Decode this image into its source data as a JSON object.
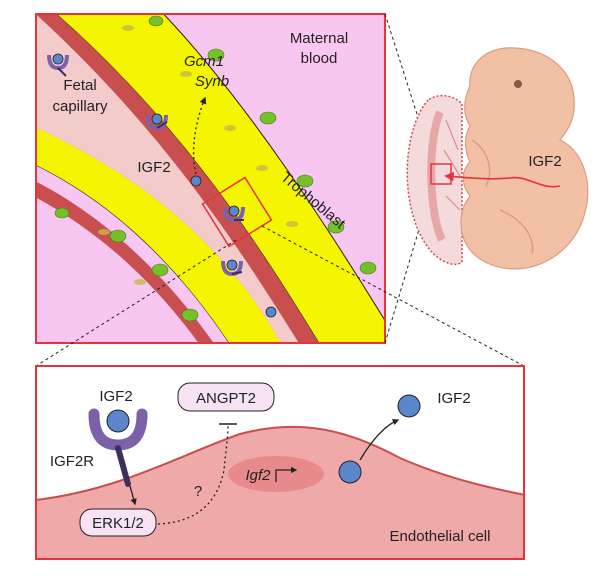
{
  "labels": {
    "maternal_blood_line1": "Maternal",
    "maternal_blood_line2": "blood",
    "fetal_capillary_line1": "Fetal",
    "fetal_capillary_line2": "capillary",
    "gcm1": "Gcm1",
    "synb": "Synb",
    "igf2_top": "IGF2",
    "trophoblast": "Trophoblast",
    "igf2_embryo": "IGF2",
    "igf2_receptor_bound": "IGF2",
    "igf2r": "IGF2R",
    "angpt2": "ANGPT2",
    "igf2_released": "IGF2",
    "question_mark": "?",
    "erk": "ERK1/2",
    "igf2_gene": "Igf2",
    "endothelial_cell": "Endothelial cell"
  },
  "colors": {
    "frame_red": "#e8323c",
    "maternal_pink": "#f7c6f1",
    "trophoblast_yellow": "#f5f500",
    "vessel_wall": "#c94f4f",
    "lumen_pink": "#f4cbcb",
    "nucleus_green": "#74c12a",
    "igf2_blue": "#5b86cc",
    "receptor_purple": "#7b62a8",
    "cell_pink": "#f0a9a9",
    "embryo_skin": "#f2c0a5",
    "gcm_text": "#1a1a1a"
  }
}
